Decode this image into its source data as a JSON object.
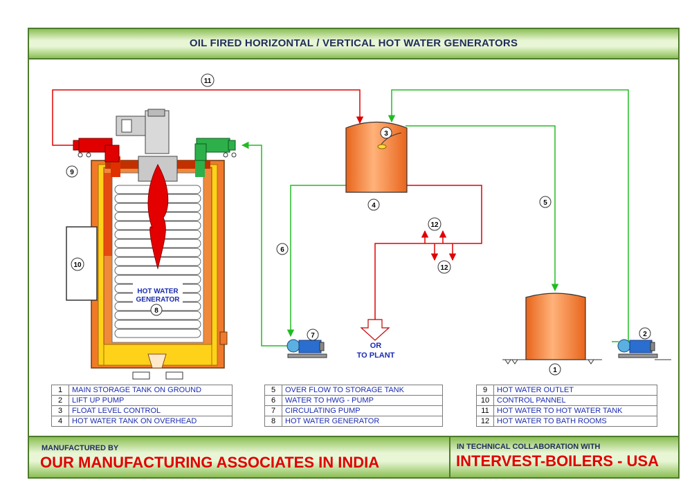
{
  "title": "OIL FIRED HORIZONTAL / VERTICAL  HOT WATER GENERATORS",
  "diagram": {
    "generator_label_line1": "HOT WATER",
    "generator_label_line2": "GENERATOR",
    "plant_label_line1": "OR",
    "plant_label_line2": "TO PLANT",
    "callouts": [
      "1",
      "2",
      "3",
      "4",
      "5",
      "6",
      "7",
      "8",
      "9",
      "10",
      "11",
      "12",
      "12"
    ],
    "colors": {
      "hot_line": "#e00000",
      "cold_line": "#22bb22",
      "tank_fill": "#f07a2a",
      "frame_green": "#4d7a2a",
      "text_blue": "#1a2bb0"
    }
  },
  "legend": {
    "col1": [
      {
        "num": "1",
        "text": "MAIN STORAGE TANK ON GROUND"
      },
      {
        "num": "2",
        "text": "LIFT UP PUMP"
      },
      {
        "num": "3",
        "text": "FLOAT LEVEL CONTROL"
      },
      {
        "num": "4",
        "text": "HOT WATER TANK ON OVERHEAD"
      }
    ],
    "col2": [
      {
        "num": "5",
        "text": "OVER FLOW TO STORAGE TANK"
      },
      {
        "num": "6",
        "text": "WATER TO HWG - PUMP"
      },
      {
        "num": "7",
        "text": "CIRCULATING PUMP"
      },
      {
        "num": "8",
        "text": "HOT WATER GENERATOR"
      }
    ],
    "col3": [
      {
        "num": "9",
        "text": "HOT WATER OUTLET"
      },
      {
        "num": "10",
        "text": "CONTROL PANNEL"
      },
      {
        "num": "11",
        "text": "HOT WATER TO HOT WATER TANK"
      },
      {
        "num": "12",
        "text": "HOT WATER TO BATH ROOMS"
      }
    ]
  },
  "footer": {
    "manufactured_by": "MANUFACTURED BY",
    "manufacturer": "OUR MANUFACTURING ASSOCIATES IN INDIA",
    "collaboration": "IN TECHNICAL COLLABORATION WITH",
    "partner": "INTERVEST-BOILERS - USA"
  }
}
